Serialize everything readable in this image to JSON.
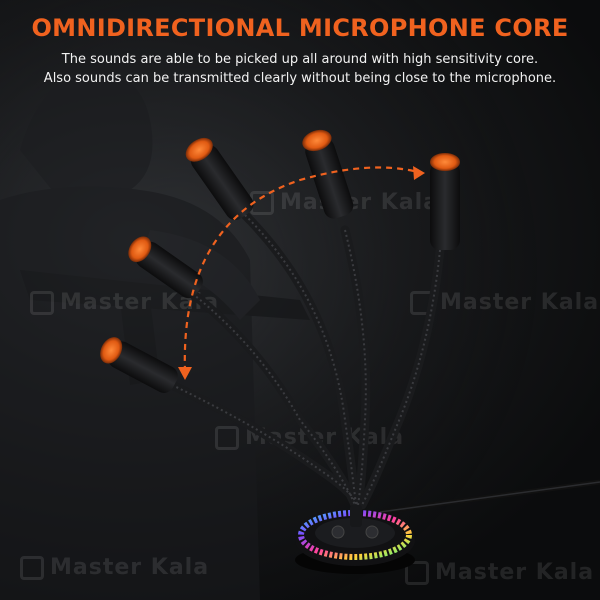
{
  "headline": "OMNIDIRECTIONAL MICROPHONE CORE",
  "description": {
    "line1": "The sounds are able to be picked up all around with high sensitivity core.",
    "line2": "Also sounds can be transmitted clearly without being close to the microphone."
  },
  "watermark": "Master Kala",
  "colors": {
    "accent": "#f0621f",
    "text": "#f2f2f2",
    "background": "#0e0f11"
  },
  "icons": {
    "watermark_logo": "master-kala-logo-icon",
    "direction_arrow": "curved-double-arrow-icon"
  }
}
